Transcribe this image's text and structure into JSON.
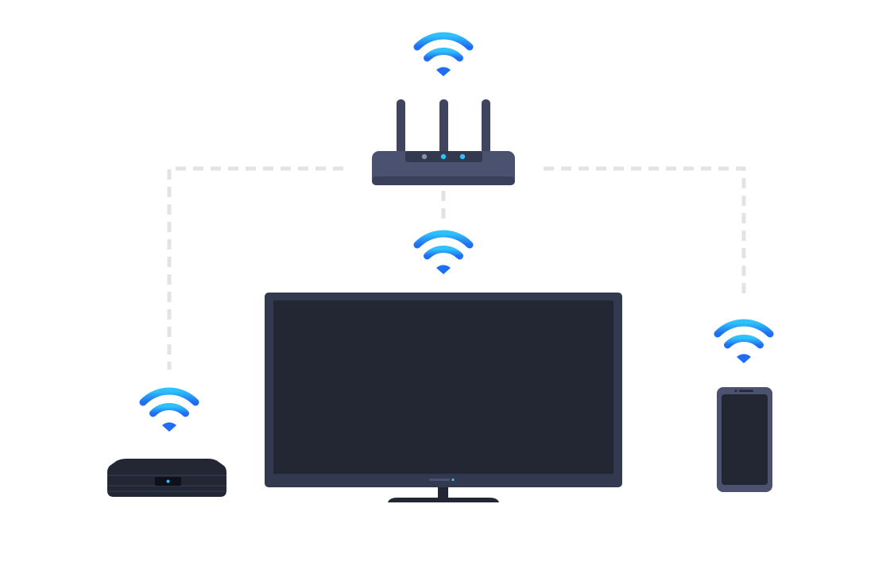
{
  "diagram": {
    "connection_style": "dashed",
    "colors": {
      "background": "#ffffff",
      "connector": "#e3e3e3",
      "wifi_light": "#2ec1fb",
      "wifi_dark": "#1f6df2",
      "device_dark": "#232633",
      "device_frame": "#33394f",
      "router_body": "#4b5270",
      "antenna": "#3f455f",
      "led_active": "#2ec1fb",
      "led_idle": "#8a90a3"
    },
    "nodes": [
      {
        "id": "router",
        "device": "wifi-router",
        "signal_icon": "wifi-icon"
      },
      {
        "id": "tv",
        "device": "smart-tv",
        "signal_icon": "wifi-icon"
      },
      {
        "id": "set-top-box",
        "device": "streaming-box",
        "signal_icon": "wifi-icon"
      },
      {
        "id": "phone",
        "device": "smartphone",
        "signal_icon": "wifi-icon"
      }
    ],
    "connections": [
      {
        "from": "router",
        "to": "set-top-box"
      },
      {
        "from": "router",
        "to": "tv"
      },
      {
        "from": "router",
        "to": "phone"
      }
    ]
  }
}
